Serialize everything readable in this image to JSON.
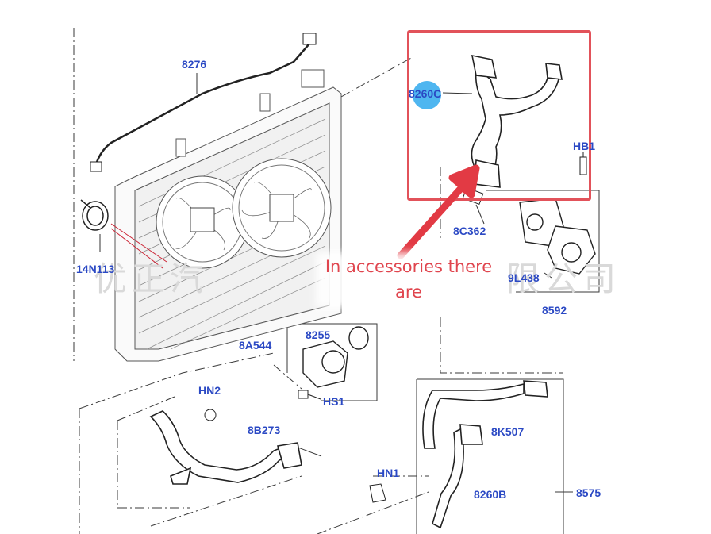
{
  "labels": {
    "l8276": "8276",
    "l8260c": "8260C",
    "lhb1": "HB1",
    "l14n113": "14N113",
    "l8c362": "8C362",
    "l9l438": "9L438",
    "l8592": "8592",
    "l8255": "8255",
    "l8a544": "8A544",
    "lhn2": "HN2",
    "lhs1": "HS1",
    "l8b273": "8B273",
    "l8k507": "8K507",
    "lhn1": "HN1",
    "l8260b": "8260B",
    "l8575": "8575"
  },
  "callout": {
    "line1": "In accessories there",
    "line2": "are"
  },
  "watermark": {
    "left": "优正汽",
    "right": "限公司"
  },
  "colors": {
    "label": "#2b49c4",
    "highlight": "#e2525a",
    "marker": "#4fb6f0",
    "line": "#333333"
  }
}
